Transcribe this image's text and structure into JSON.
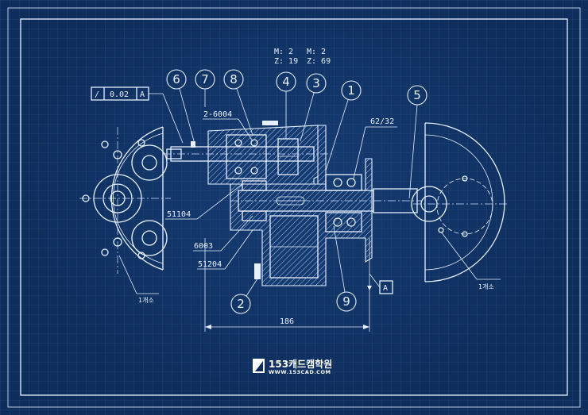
{
  "gear_specs": {
    "left": {
      "module": "M: 2",
      "teeth": "Z: 19"
    },
    "right": {
      "module": "M: 2",
      "teeth": "Z: 69"
    }
  },
  "tolerance_frame": {
    "symbol": "/",
    "value": "0.02",
    "datum": "A"
  },
  "balloons": [
    "6",
    "7",
    "8",
    "4",
    "3",
    "1",
    "5",
    "2",
    "9"
  ],
  "labels": {
    "bearing_top": "2-6004",
    "fit": "62/32",
    "bearing_a": "51104",
    "bearing_b": "6003",
    "bearing_c": "51204",
    "datum_ref": "A",
    "count_left": "1개소",
    "count_right": "1개소"
  },
  "dimension": "186",
  "logo": {
    "title": "153캐드캠학원",
    "url": "WWW.153CAD.COM"
  }
}
